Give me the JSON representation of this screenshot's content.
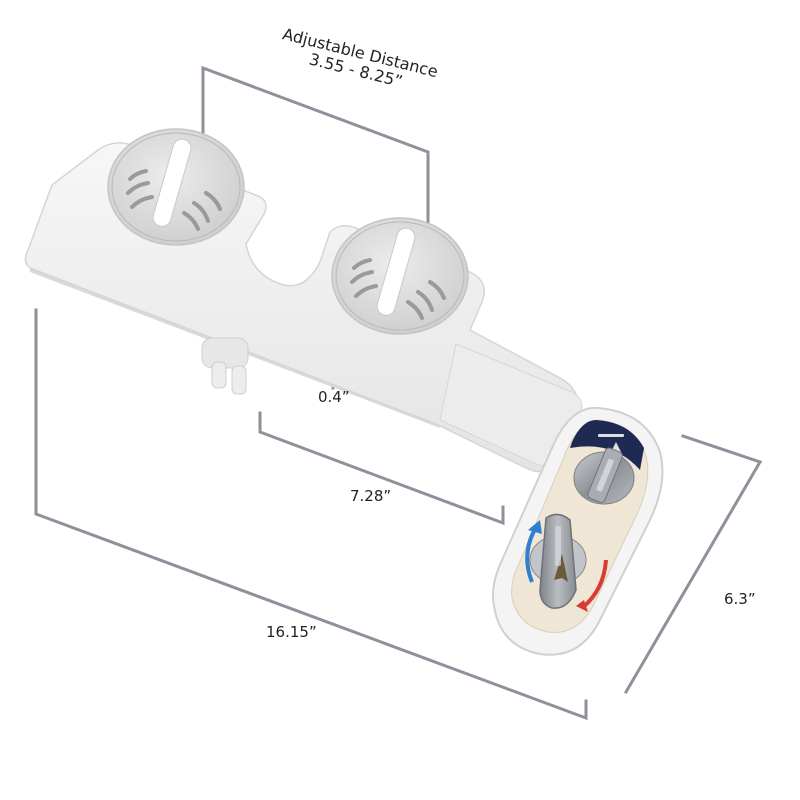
{
  "dimensions": {
    "adjustable_title": "Adjustable Distance",
    "adjustable_range": "3.55 - 8.25”",
    "thickness": "0.4”",
    "bracket_spacing": "7.28”",
    "overall_length": "16.15”",
    "overall_width": "6.3”"
  },
  "colors": {
    "dimension_line": "#8c919a",
    "body_white": "#f2f2f2",
    "disc_gray": "#dcdcdc",
    "panel_navy": "#1f2a52",
    "panel_cream": "#efe6d6",
    "knob_silver": "#9ea3a8",
    "hot_red": "#d83a34",
    "cold_blue": "#2f7fd0"
  },
  "icons": [
    "slot-disc",
    "pressure-knob",
    "temperature-lever"
  ]
}
